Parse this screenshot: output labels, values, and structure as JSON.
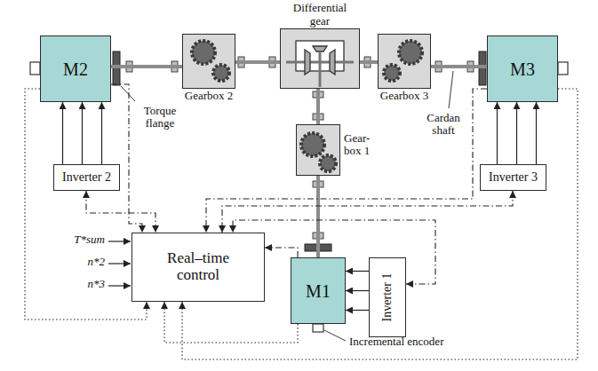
{
  "diagram": {
    "nodes": [
      {
        "text": [
          "M2"
        ]
      },
      {
        "text": [
          "Gearbox 2"
        ]
      },
      {
        "text": [
          "Differential gear"
        ]
      },
      {
        "text": [
          "Gearbox 3"
        ]
      },
      {
        "text": [
          "M3"
        ]
      },
      {
        "text": [
          "Inverter 2"
        ]
      },
      {
        "text": [
          "Inverter 3"
        ]
      },
      {
        "text": [
          "Gear- box 1"
        ]
      },
      {
        "text": [
          "Real–time control"
        ]
      },
      {
        "text": [
          "M1"
        ]
      },
      {
        "text": [
          "Inverter 1"
        ]
      }
    ],
    "edges": [
      {
        "from": 0,
        "to": 1,
        "arrow": "none"
      },
      {
        "from": 1,
        "to": 2,
        "arrow": "none"
      },
      {
        "from": 2,
        "to": 3,
        "arrow": "none"
      },
      {
        "from": 3,
        "to": 4,
        "arrow": "none"
      },
      {
        "from": 2,
        "to": 7,
        "arrow": "none"
      },
      {
        "from": 7,
        "to": 9,
        "arrow": "none"
      },
      {
        "from": 5,
        "to": 0,
        "arrow": "to"
      },
      {
        "from": 6,
        "to": 4,
        "arrow": "to"
      },
      {
        "from": 10,
        "to": 9,
        "arrow": "to"
      },
      {
        "from": 5,
        "to": 8,
        "arrow": "both"
      },
      {
        "from": 6,
        "to": 8,
        "arrow": "both"
      },
      {
        "from": 10,
        "to": 8,
        "arrow": "both"
      },
      {
        "from": 0,
        "to": 8,
        "arrow": "to"
      },
      {
        "from": 4,
        "to": 8,
        "arrow": "to"
      },
      {
        "from": 9,
        "to": 8,
        "arrow": "to"
      },
      {
        "from": 0,
        "to": 8,
        "arrow": "to"
      },
      {
        "from": 4,
        "to": 8,
        "arrow": "to"
      },
      {
        "from": 9,
        "to": 8,
        "arrow": "to"
      }
    ],
    "labels": [
      "Torque flange",
      "Cardan shaft",
      "Incremental encoder",
      "T*sum",
      "n*2",
      "n*3"
    ]
  }
}
